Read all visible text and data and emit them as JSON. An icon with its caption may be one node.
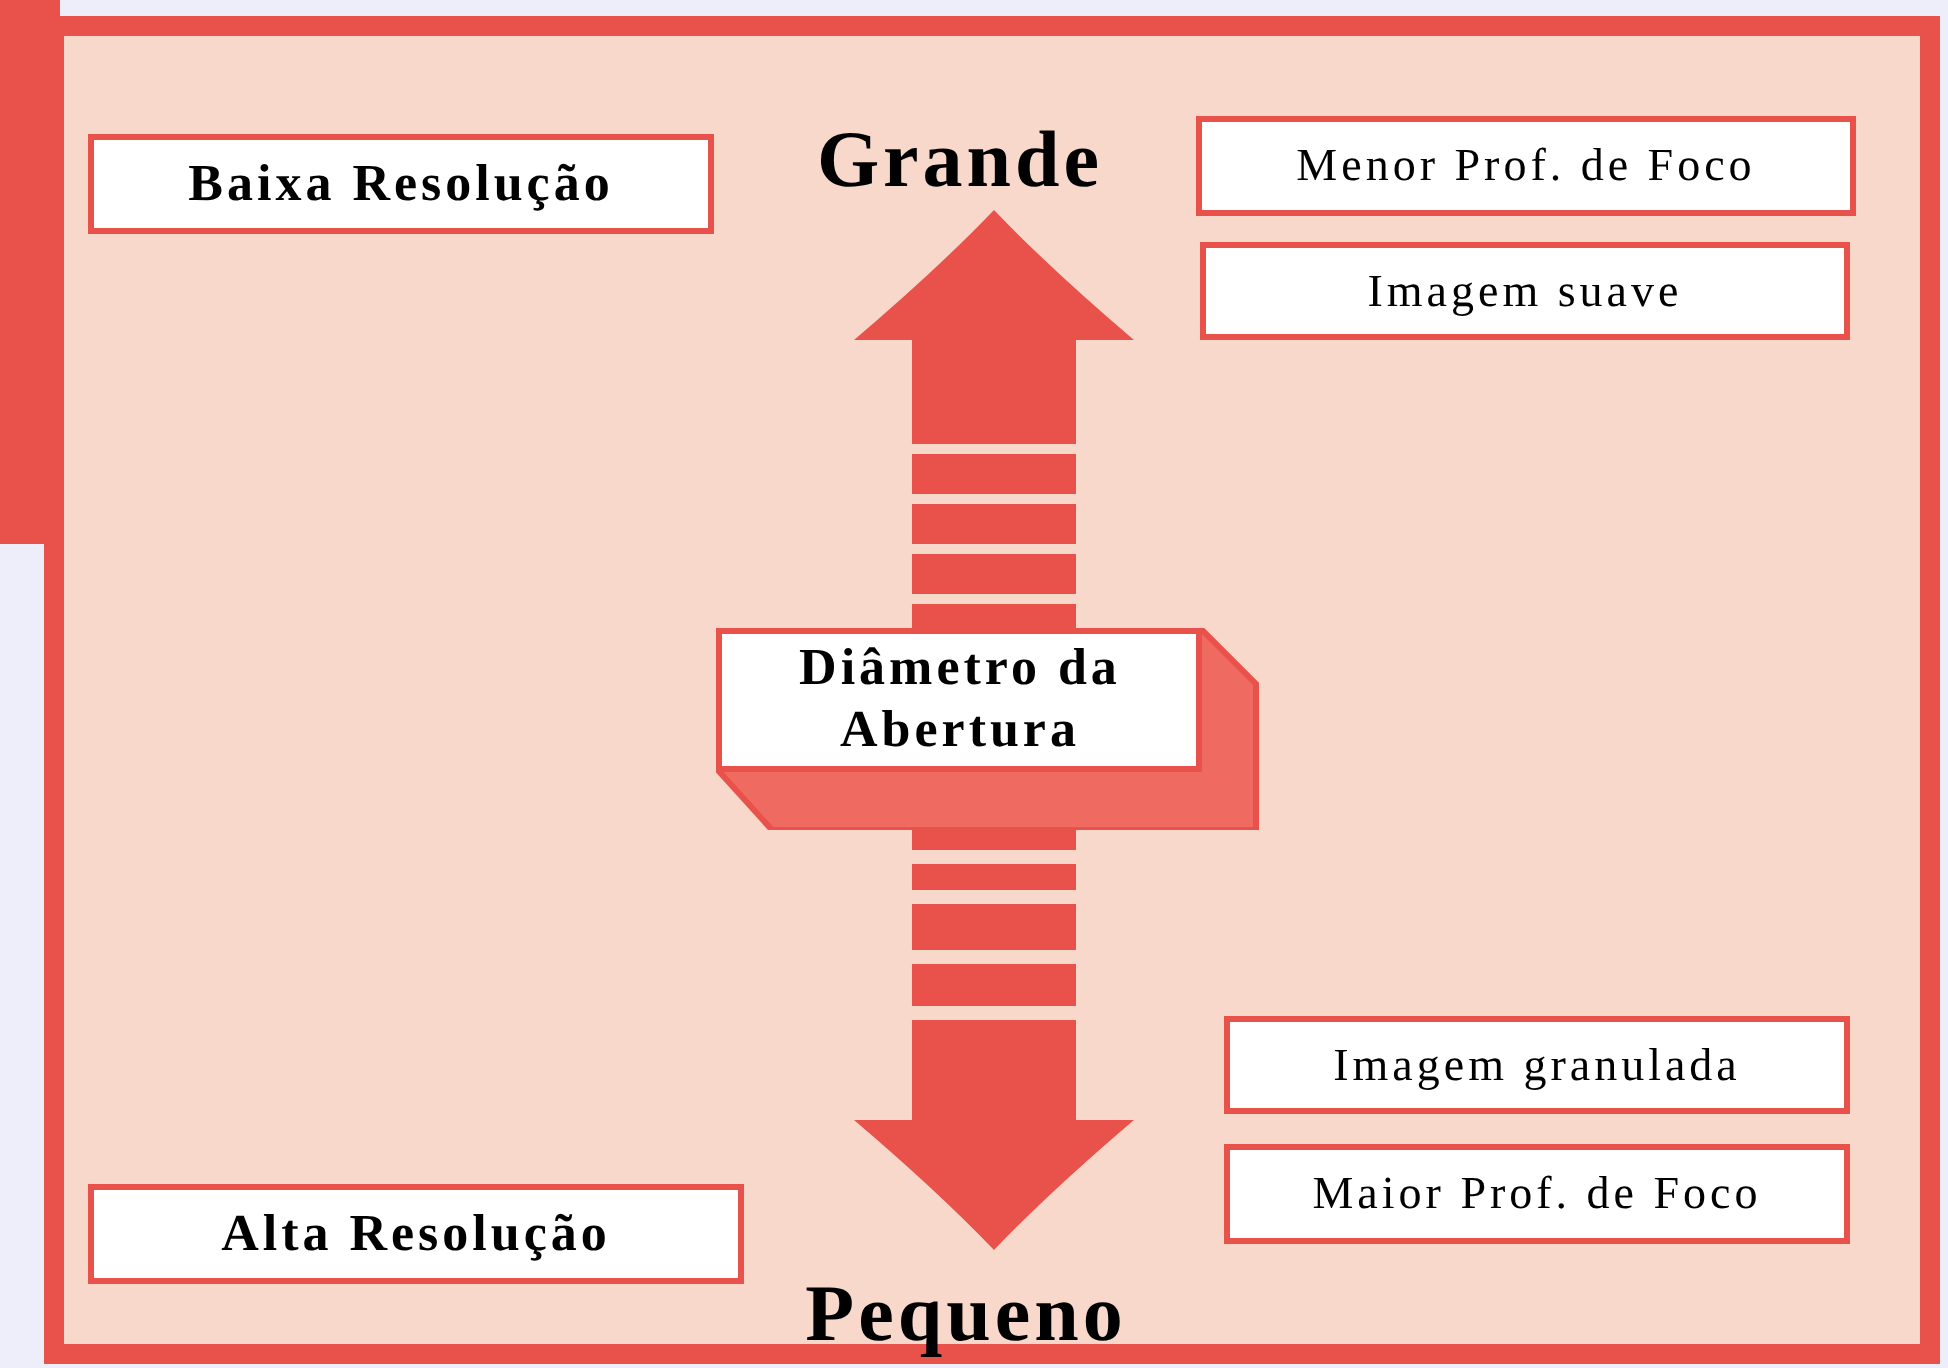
{
  "diagram": {
    "nodes": [
      {
        "text": [
          "Grande"
        ]
      },
      {
        "text": [
          "Baixa Resolução"
        ]
      },
      {
        "text": [
          "Menor Prof. de Foco"
        ]
      },
      {
        "text": [
          "Imagem suave"
        ]
      },
      {
        "text": [
          "Diâmetro da Abertura"
        ]
      },
      {
        "text": [
          "Imagem granulada"
        ]
      },
      {
        "text": [
          "Maior Prof. de Foco"
        ]
      },
      {
        "text": [
          "Alta Resolução"
        ]
      },
      {
        "text": [
          "Pequeno"
        ]
      }
    ],
    "edges": [
      {
        "from": 4,
        "to": 0,
        "arrow": "to"
      },
      {
        "from": 4,
        "to": 8,
        "arrow": "to"
      }
    ]
  }
}
